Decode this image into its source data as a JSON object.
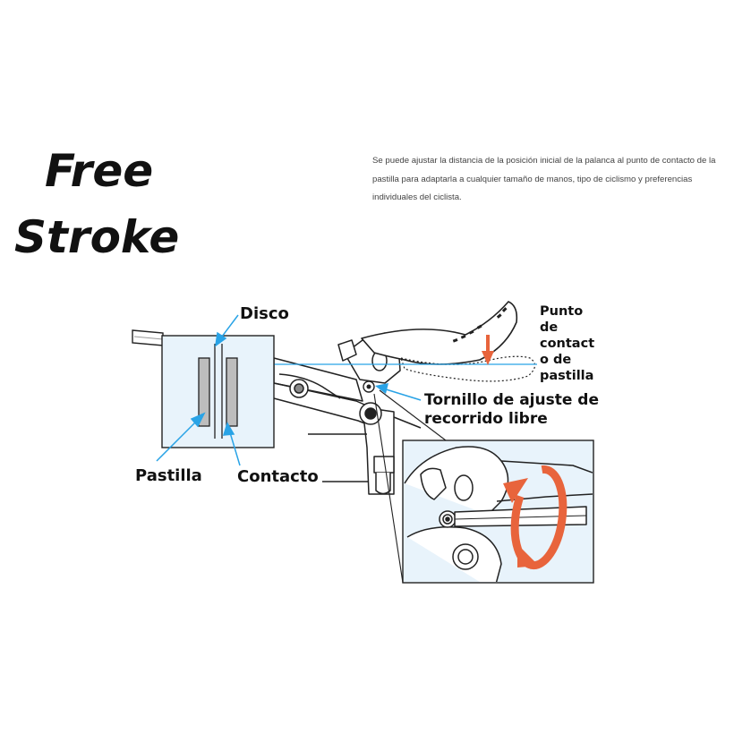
{
  "title": {
    "line1": "Free",
    "line2": "Stroke"
  },
  "description": "Se puede ajustar la distancia de la posición inicial de la palanca al punto de contacto de la pastilla para adaptarla a cualquier tamaño de manos, tipo de ciclismo y preferencias individuales del ciclista.",
  "labels": {
    "disco": "Disco",
    "pastilla": "Pastilla",
    "contacto": "Contacto",
    "punto_lines": [
      "Punto",
      "de",
      "contact",
      "o de",
      "pastilla"
    ],
    "tornillo_line1": "Tornillo de ajuste de",
    "tornillo_line2": "recorrido libre"
  },
  "colors": {
    "accent_blue": "#29a3e6",
    "arrow_orange": "#e8643c",
    "panel_fill": "#e8f3fb",
    "line": "#222222"
  }
}
